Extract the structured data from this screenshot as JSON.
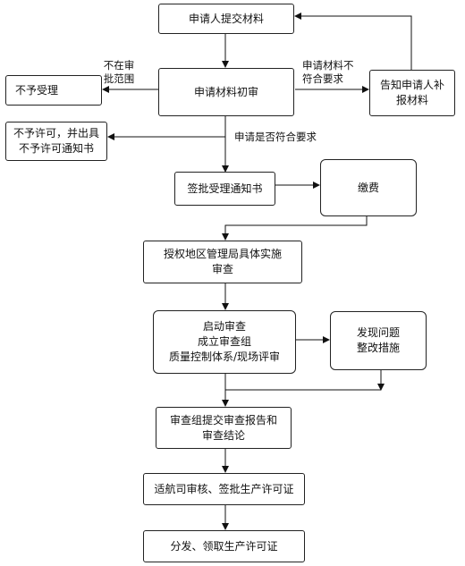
{
  "nodes": {
    "submit": "申请人提交材料",
    "initial_review": "申请材料初审",
    "reject": "不予受理",
    "notify_supplement": [
      "告知申请人补",
      "报材料"
    ],
    "not_permit": [
      "不予许可，并出具",
      "不予许可通知书"
    ],
    "sign_notice": "签批受理通知书",
    "pay": "缴费",
    "authorized_review": [
      "授权地区管理局具体实施",
      "审查"
    ],
    "start_review": [
      "启动审查",
      "成立审查组",
      "质量控制体系/现场评审"
    ],
    "find_issue": [
      "发现问题",
      "整改措施"
    ],
    "report": [
      "审查组提交审查报告和",
      "审查结论"
    ],
    "approve": "适航司审核、签批生产许可证",
    "issue": "分发、领取生产许可证"
  },
  "labels": {
    "out_of_scope": [
      "不在审",
      "批范围"
    ],
    "incomplete": [
      "申请材料不",
      "符合要求"
    ],
    "meets_req": "申请是否符合要求"
  }
}
